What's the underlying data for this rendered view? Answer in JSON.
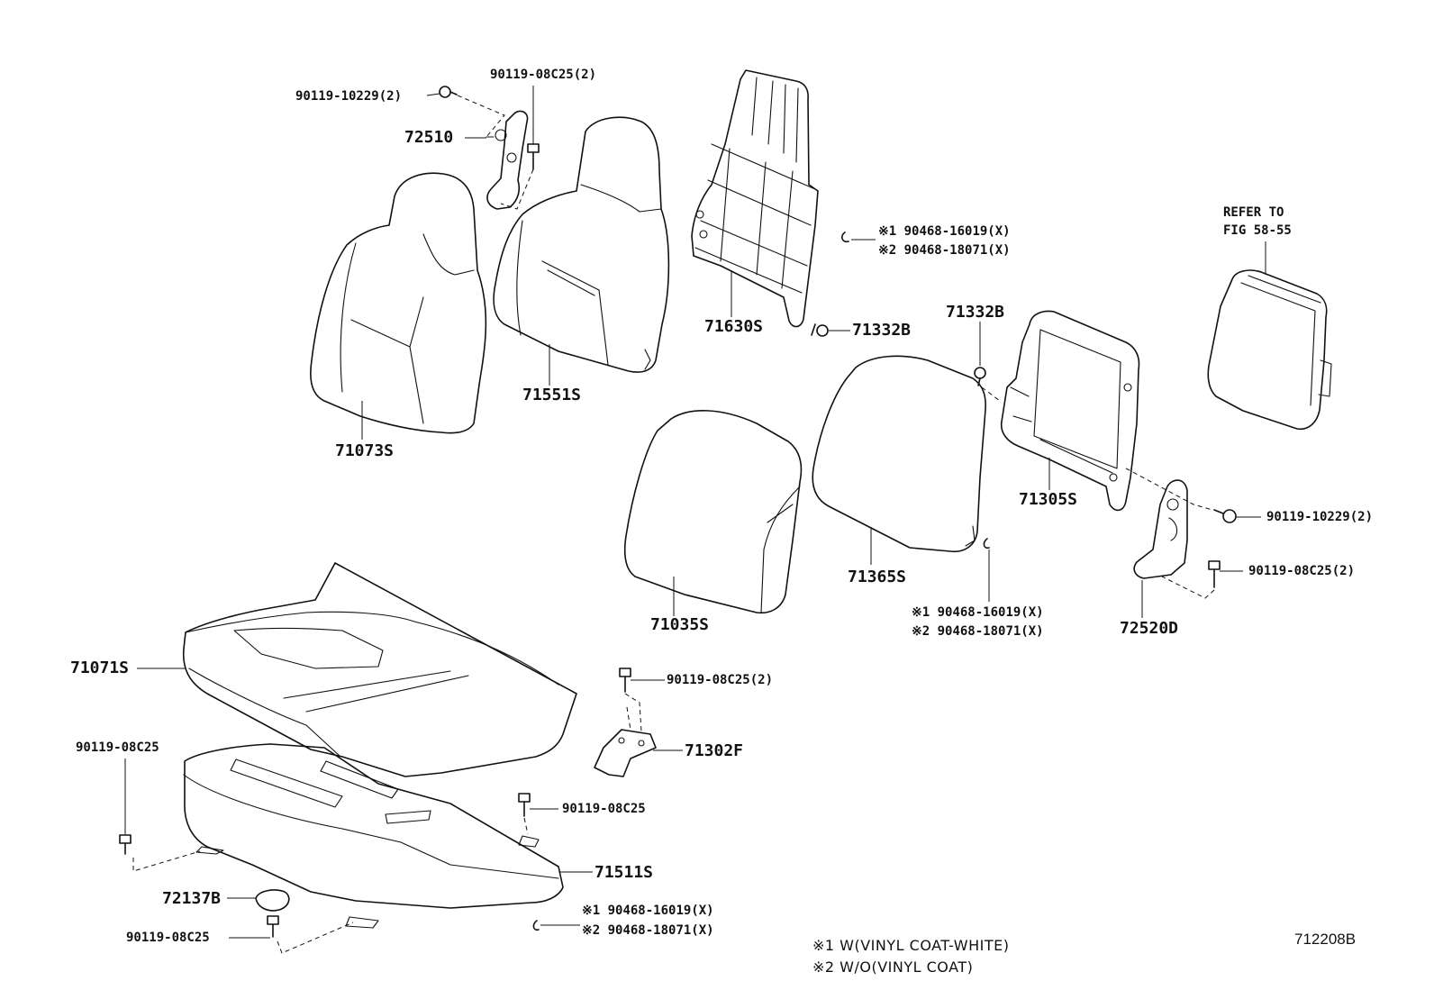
{
  "labels": {
    "p_90119_08C25_2_top": "90119-08C25(2)",
    "p_90119_10229_2_top": "90119-10229(2)",
    "p_72510": "72510",
    "p_71073S": "71073S",
    "p_71551S": "71551S",
    "p_71630S": "71630S",
    "p_71332B_a": "71332B",
    "p_x1_90468_16019_top": "※1 90468-16019(X)",
    "p_x2_90468_18071_top": "※2 90468-18071(X)",
    "refer_line1": "REFER TO",
    "refer_line2": "FIG 58-55",
    "p_71332B_b": "71332B",
    "p_71305S": "71305S",
    "p_90119_10229_2_right": "90119-10229(2)",
    "p_90119_08C25_2_right": "90119-08C25(2)",
    "p_72520D": "72520D",
    "p_71365S": "71365S",
    "p_71035S": "71035S",
    "p_x1_90468_16019_mid": "※1 90468-16019(X)",
    "p_x2_90468_18071_mid": "※2 90468-18071(X)",
    "p_71071S": "71071S",
    "p_90119_08C25_2_mid": "90119-08C25(2)",
    "p_71302F": "71302F",
    "p_90119_08C25_left": "90119-08C25",
    "p_90119_08C25_center": "90119-08C25",
    "p_71511S": "71511S",
    "p_72137B": "72137B",
    "p_90119_08C25_bottom": "90119-08C25",
    "p_x1_90468_16019_bot": "※1 90468-16019(X)",
    "p_x2_90468_18071_bot": "※2 90468-18071(X)"
  },
  "notes": {
    "note1": "※1 W(VINYL COAT-WHITE)",
    "note2": "※2 W/O(VINYL COAT)"
  },
  "figure_id": "712208B"
}
